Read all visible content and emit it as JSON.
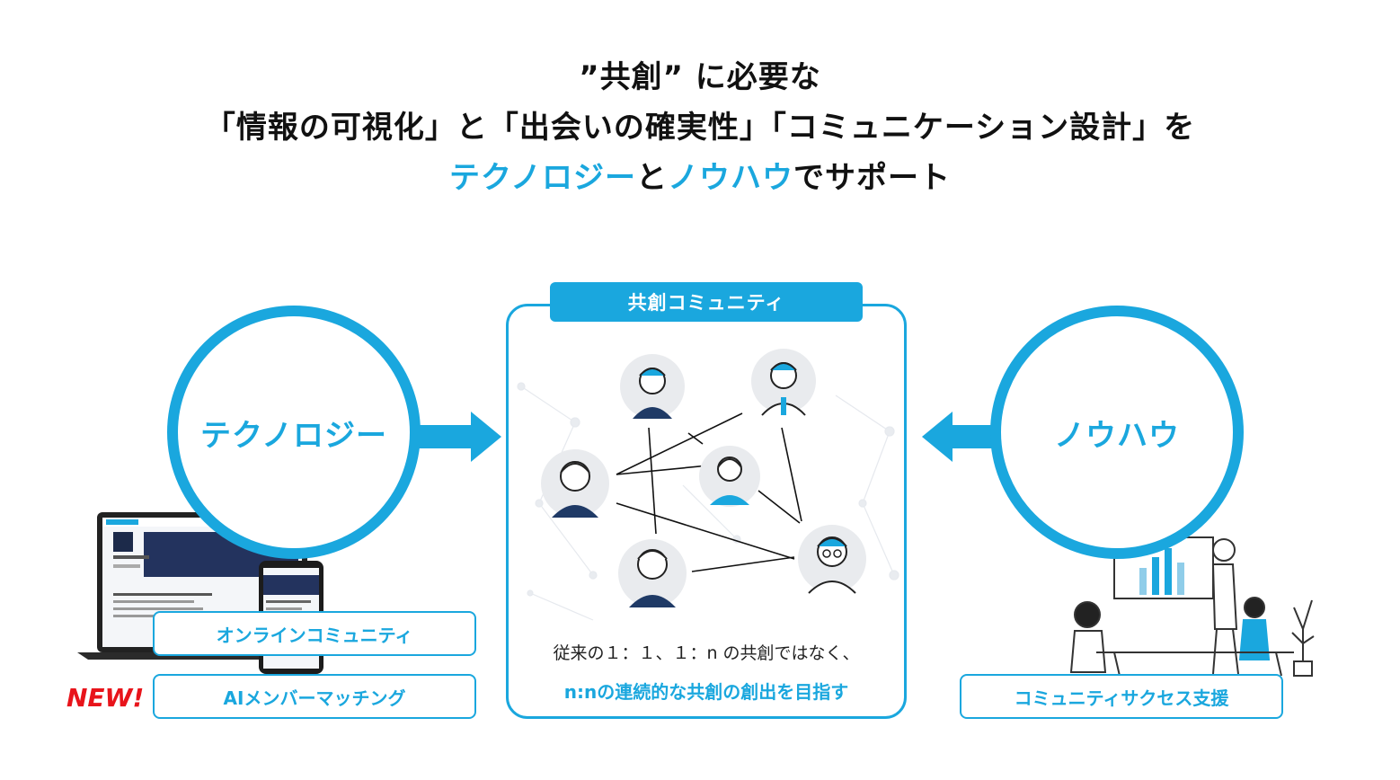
{
  "heading": {
    "line1": "”共創” に必要な",
    "line2": "「情報の可視化」と「出会いの確実性」「コミュニケーション設計」を",
    "line3_a": "テクノロジー",
    "line3_b": "と",
    "line3_c": "ノウハウ",
    "line3_d": "でサポート"
  },
  "technology": {
    "circle_label": "テクノロジー",
    "features": [
      "オンラインコミュニティ",
      "AIメンバーマッチング"
    ],
    "new_badge": "NEW!"
  },
  "community": {
    "title": "共創コミュニティ",
    "caption_line1": "従来の１：１、１：n の共創ではなく、",
    "caption_line2": "n:nの連続的な共創の創出を目指す"
  },
  "knowhow": {
    "circle_label": "ノウハウ",
    "feature": "コミュニティサクセス支援"
  },
  "colors": {
    "accent": "#1aa7de",
    "new": "#e8141b",
    "text": "#111111"
  }
}
